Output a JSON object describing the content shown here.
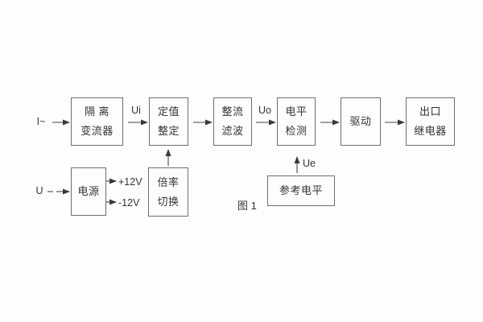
{
  "figure": {
    "caption": "图 1"
  },
  "blocks": {
    "isolation_ct": {
      "line1": "隔 离",
      "line2": "变流器"
    },
    "setting": {
      "line1": "定值",
      "line2": "整定"
    },
    "rectifier_filter": {
      "line1": "整流",
      "line2": "滤波"
    },
    "level_detect": {
      "line1": "电平",
      "line2": "检测"
    },
    "drive": {
      "label": "驱动"
    },
    "output_relay": {
      "line1": "出口",
      "line2": "继电器"
    },
    "power_supply": {
      "label": "电源"
    },
    "ratio_switch": {
      "line1": "倍率",
      "line2": "切换"
    },
    "reference_level": {
      "label": "参考电平"
    }
  },
  "signals": {
    "input_current": "I~",
    "input_voltage": "U",
    "ui": "Ui",
    "uo": "Uo",
    "ue": "Ue",
    "plus12v": "+12V",
    "minus12v": "-12V"
  },
  "colors": {
    "line": "#474747",
    "text": "#333333",
    "background": "#fdfdfd",
    "box_border": "#6e6e6e"
  }
}
